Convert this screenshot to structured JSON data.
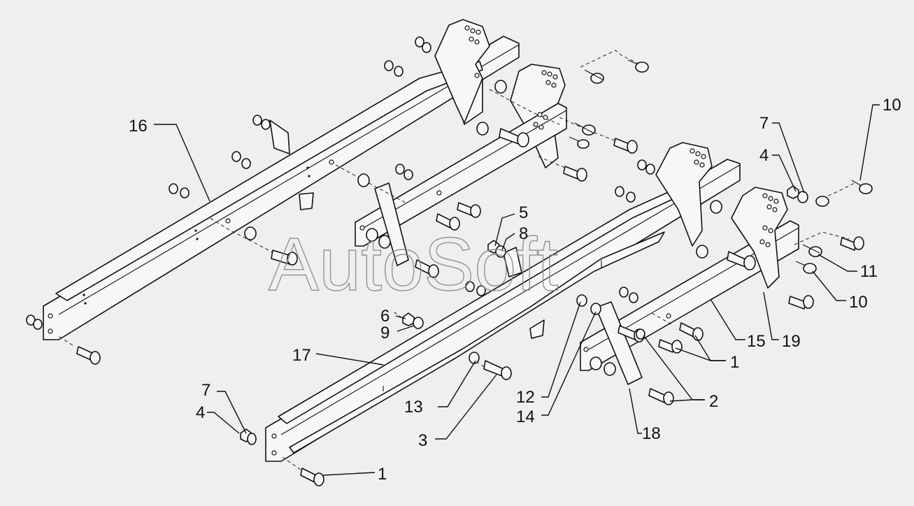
{
  "watermark": "AutoSoft",
  "labels": {
    "l1a": "1",
    "l1b": "1",
    "l2": "2",
    "l3": "3",
    "l4a": "4",
    "l4b": "4",
    "l5": "5",
    "l6": "6",
    "l7a": "7",
    "l7b": "7",
    "l8": "8",
    "l9": "9",
    "l10a": "10",
    "l10b": "10",
    "l11": "11",
    "l12": "12",
    "l13": "13",
    "l14": "14",
    "l15": "15",
    "l16": "16",
    "l17": "17",
    "l18": "18",
    "l19": "19"
  }
}
